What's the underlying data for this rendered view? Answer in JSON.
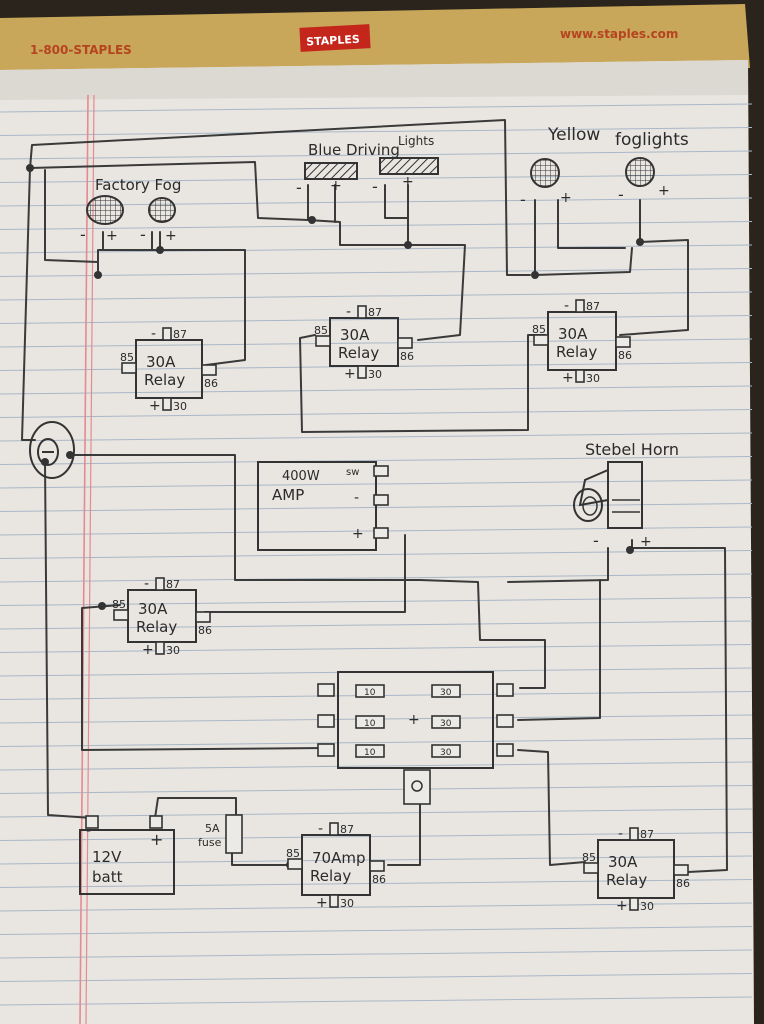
{
  "header": {
    "phone": "1-800-STAPLES",
    "logo": "STAPLES",
    "url": "www.staples.com"
  },
  "labels": {
    "factory_fog": "Factory Fog",
    "blue_driving_1": "Blue Driving",
    "blue_driving_2": "Lights",
    "yellow_1": "Yellow",
    "yellow_2": "foglights",
    "stebel_horn": "Stebel Horn",
    "amp_1": "400W",
    "amp_2": "AMP",
    "amp_switch": "sw",
    "amp_minus": "-",
    "amp_plus": "+",
    "batt_1": "12V",
    "batt_2": "batt",
    "fuse_1": "5A",
    "fuse_2": "fuse",
    "plus": "+",
    "minus": "-"
  },
  "relays": [
    {
      "id": "fog",
      "rating": "30A",
      "name": "Relay",
      "p87": "87",
      "p85": "85",
      "p86": "86",
      "p30": "30"
    },
    {
      "id": "blue",
      "rating": "30A",
      "name": "Relay",
      "p87": "87",
      "p85": "85",
      "p86": "86",
      "p30": "30"
    },
    {
      "id": "yellow",
      "rating": "30A",
      "name": "Relay",
      "p87": "87",
      "p85": "85",
      "p86": "86",
      "p30": "30"
    },
    {
      "id": "amp",
      "rating": "30A",
      "name": "Relay",
      "p87": "87",
      "p85": "85",
      "p86": "86",
      "p30": "30"
    },
    {
      "id": "main",
      "rating": "70Amp",
      "name": "Relay",
      "p87": "87",
      "p85": "85",
      "p86": "86",
      "p30": "30"
    },
    {
      "id": "horn",
      "rating": "30A",
      "name": "Relay",
      "p87": "87",
      "p85": "85",
      "p86": "86",
      "p30": "30"
    }
  ],
  "fuse_block": {
    "fuses": [
      "10",
      "30",
      "10",
      "30",
      "10",
      "30"
    ],
    "center": "+"
  }
}
